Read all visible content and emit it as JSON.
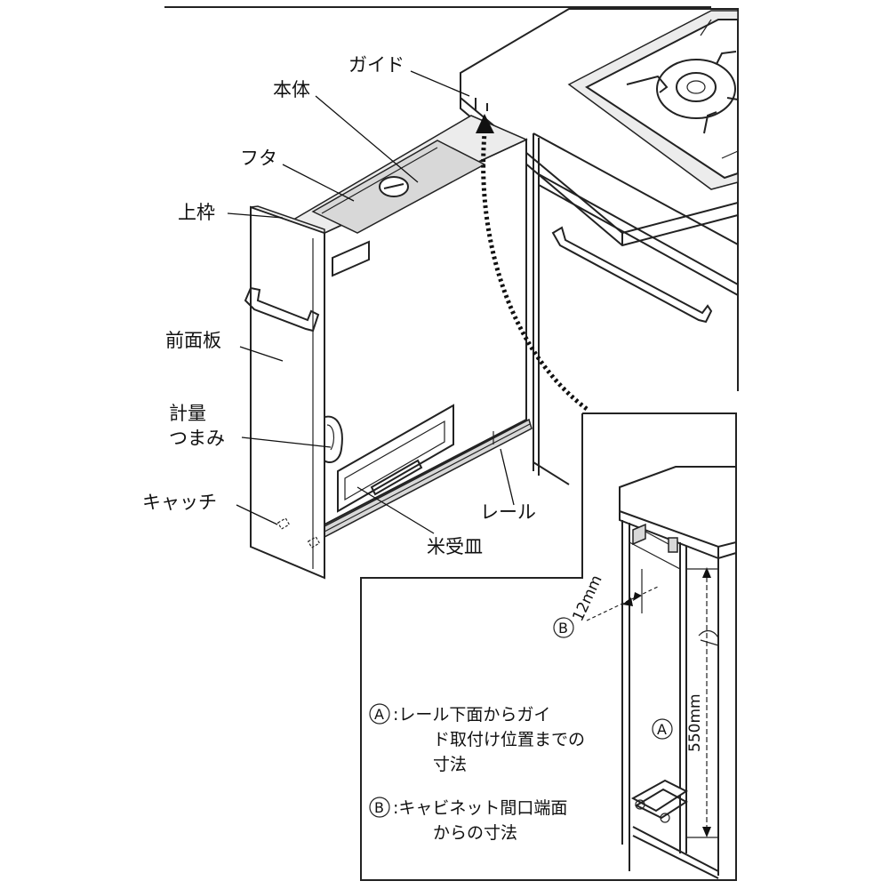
{
  "labels": {
    "guide": "ガイド",
    "body": "本体",
    "lid": "フタ",
    "top_frame": "上枠",
    "front_panel": "前面板",
    "measure_knob_line1": "計量",
    "measure_knob_line2": "つまみ",
    "catch": "キャッチ",
    "rail": "レール",
    "rice_tray": "米受皿"
  },
  "inset": {
    "marker_a": "A",
    "marker_b": "B",
    "dim_b": "12mm",
    "dim_a": "550mm",
    "note_a_line1": ":レール下面からガイ",
    "note_a_line2": "ド取付け位置までの",
    "note_a_line3": "寸法",
    "note_b_line1": ":キャビネット間口端面",
    "note_b_line2": "からの寸法"
  }
}
